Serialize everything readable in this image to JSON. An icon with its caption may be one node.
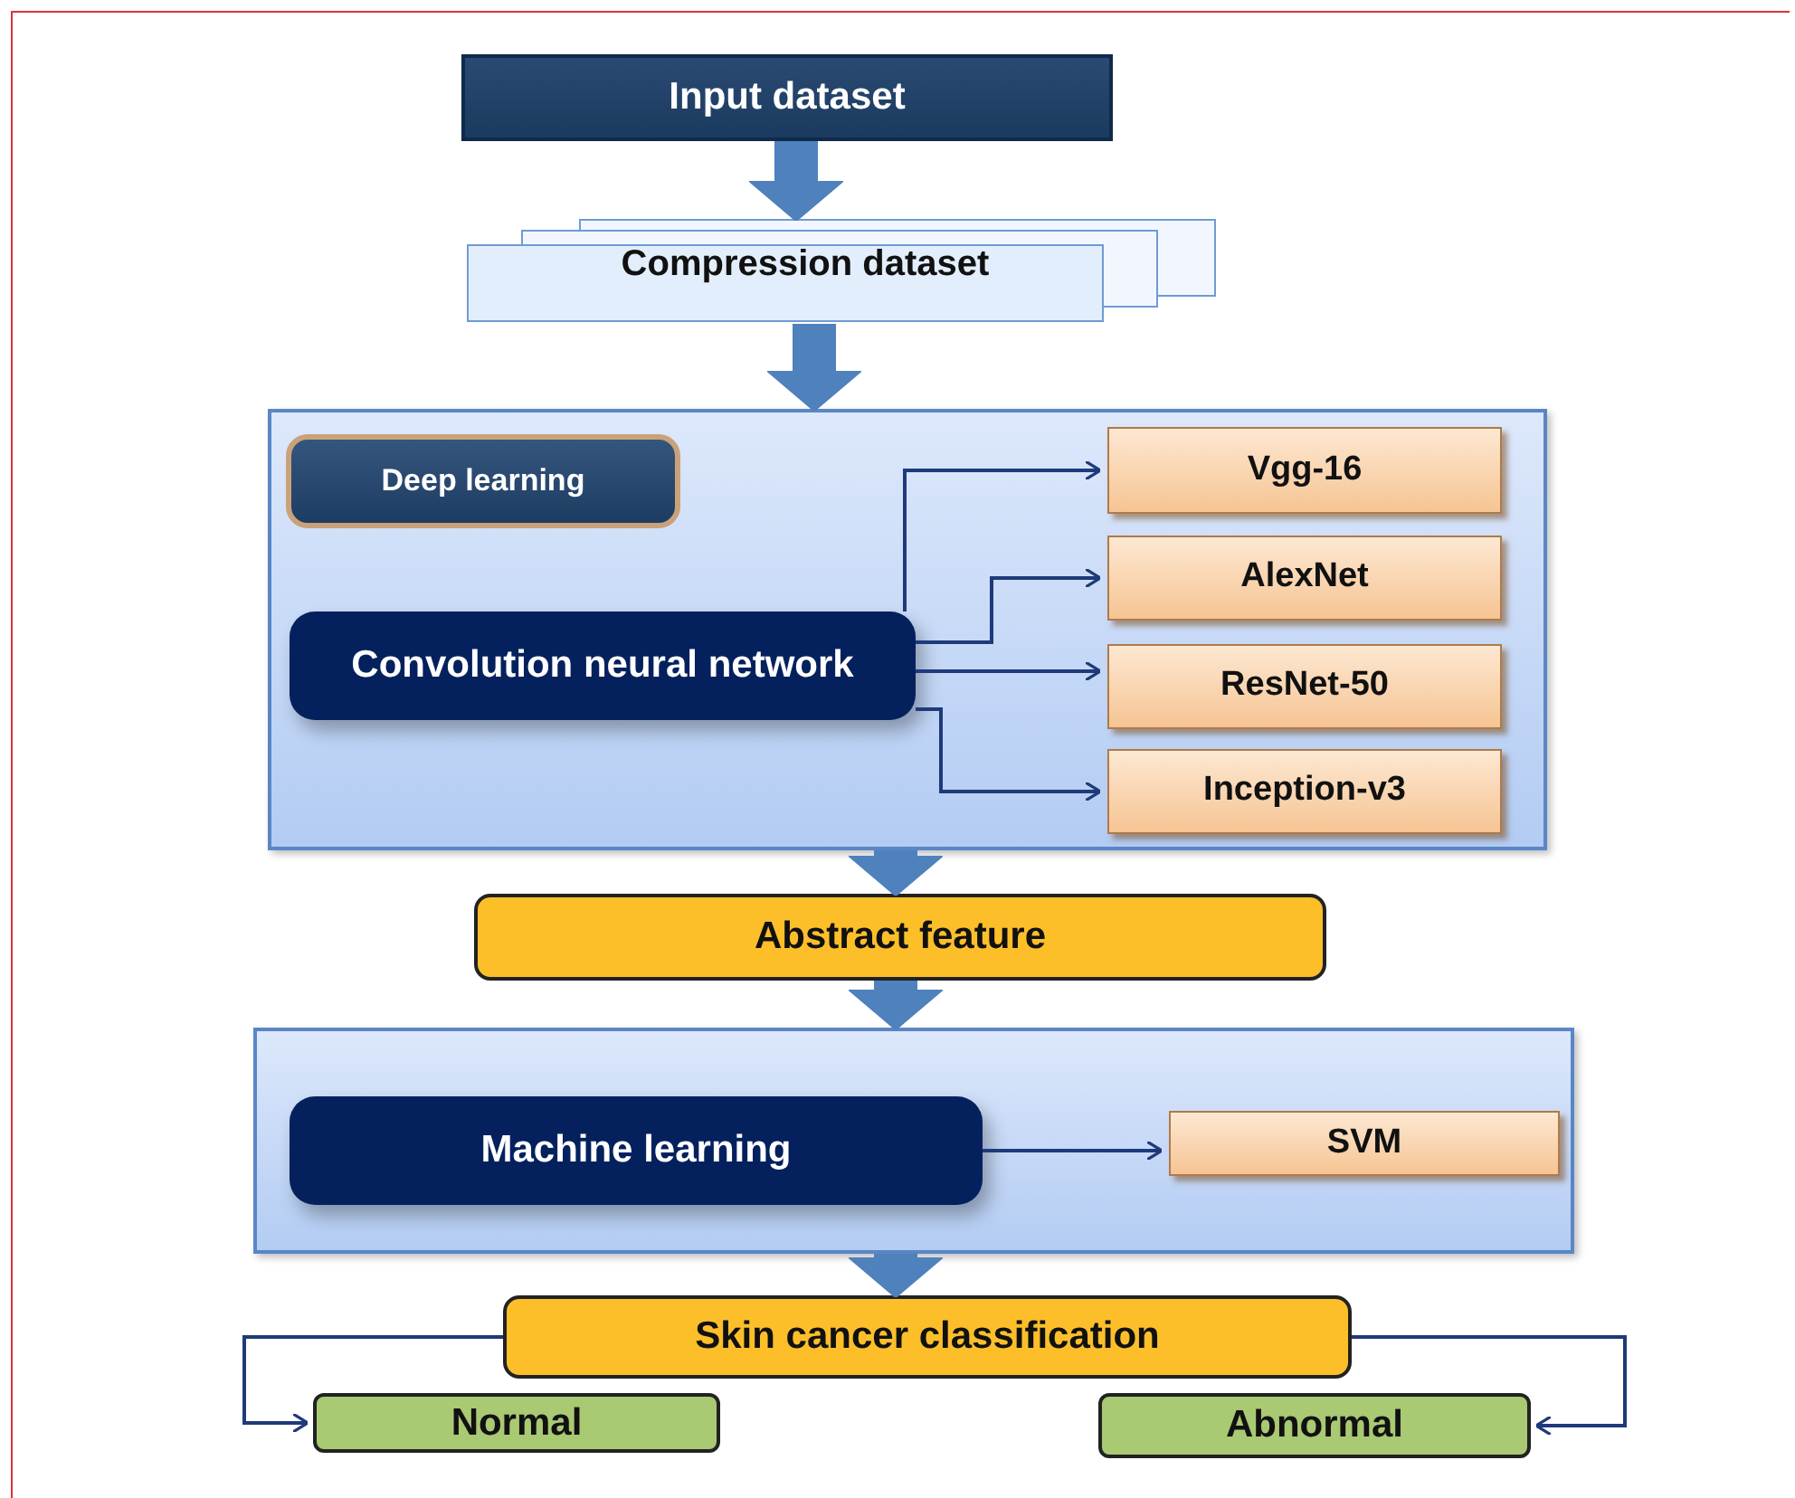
{
  "diagram": {
    "nodes": [
      {
        "text": [
          "Input dataset"
        ]
      },
      {
        "text": [
          "Compression dataset"
        ]
      },
      {
        "text": [],
        "shape": "box"
      },
      {
        "text": [
          "Deep learning"
        ],
        "in": 2
      },
      {
        "text": [
          "Convolution neural network"
        ],
        "in": 2
      },
      {
        "text": [
          "Vgg-16"
        ],
        "in": 2
      },
      {
        "text": [
          "AlexNet"
        ],
        "in": 2
      },
      {
        "text": [
          "ResNet-50"
        ],
        "in": 2
      },
      {
        "text": [
          "Inception-v3"
        ],
        "in": 2
      },
      {
        "text": [
          "Abstract feature"
        ]
      },
      {
        "text": [],
        "shape": "box"
      },
      {
        "text": [
          "Machine learning"
        ],
        "in": 10
      },
      {
        "text": [
          "SVM"
        ],
        "in": 10
      },
      {
        "text": [
          "Skin cancer classification"
        ]
      },
      {
        "text": [
          "Normal"
        ]
      },
      {
        "text": [
          "Abnormal"
        ]
      }
    ],
    "edges": [
      {
        "from": 0,
        "to": 1,
        "arrow": "to",
        "style": "thick",
        "color": "#4f81bd"
      },
      {
        "from": 1,
        "to": 2,
        "arrow": "to",
        "style": "thick",
        "color": "#4f81bd"
      },
      {
        "from": 4,
        "to": 5,
        "arrow": "to"
      },
      {
        "from": 4,
        "to": 6,
        "arrow": "to"
      },
      {
        "from": 4,
        "to": 7,
        "arrow": "to"
      },
      {
        "from": 4,
        "to": 8,
        "arrow": "to"
      },
      {
        "from": 2,
        "to": 9,
        "arrow": "to",
        "style": "thick",
        "color": "#4f81bd"
      },
      {
        "from": 9,
        "to": 10,
        "arrow": "to",
        "style": "thick",
        "color": "#4f81bd"
      },
      {
        "from": 11,
        "to": 12,
        "arrow": "to"
      },
      {
        "from": 10,
        "to": 13,
        "arrow": "to",
        "style": "thick",
        "color": "#4f81bd"
      },
      {
        "from": 13,
        "to": 14,
        "arrow": "to"
      },
      {
        "from": 13,
        "to": 15,
        "arrow": "to"
      }
    ]
  }
}
